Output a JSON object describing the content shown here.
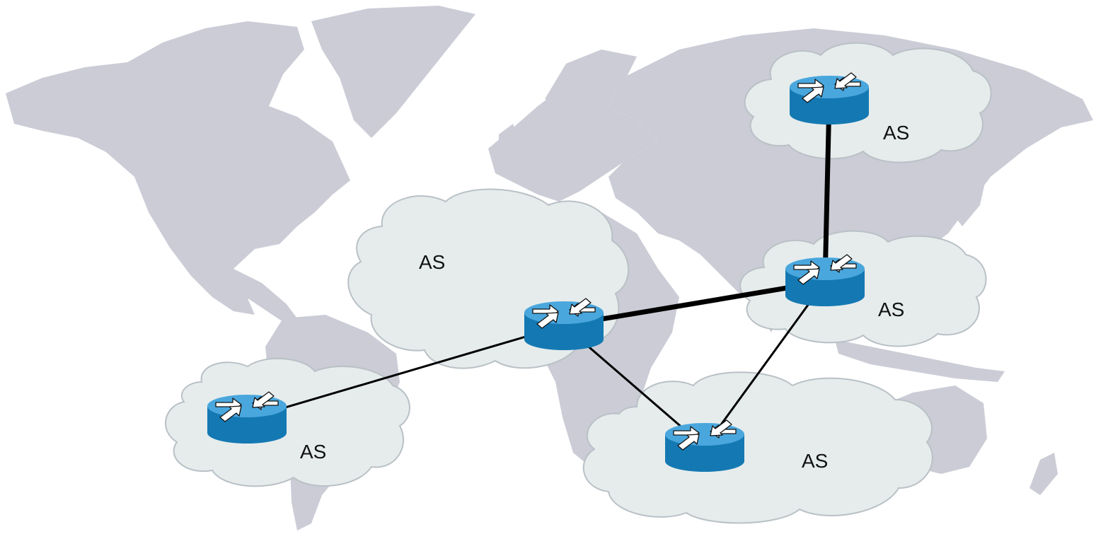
{
  "diagram": {
    "colors": {
      "background": "#ffffff",
      "land": "#cbccd6",
      "cloud_fill": "#e6ecec",
      "cloud_stroke": "#b9c1c6",
      "router_top": "#4aa7dd",
      "router_side": "#1479b3",
      "link": "#000000"
    },
    "autonomous_systems": [
      {
        "id": "as-south-america",
        "label": "AS"
      },
      {
        "id": "as-africa",
        "label": "AS"
      },
      {
        "id": "as-south",
        "label": "AS"
      },
      {
        "id": "as-asia",
        "label": "AS"
      },
      {
        "id": "as-russia",
        "label": "AS"
      }
    ],
    "routers": [
      {
        "id": "router-south-america",
        "icon": "router-icon"
      },
      {
        "id": "router-africa",
        "icon": "router-icon"
      },
      {
        "id": "router-south",
        "icon": "router-icon"
      },
      {
        "id": "router-asia",
        "icon": "router-icon"
      },
      {
        "id": "router-russia",
        "icon": "router-icon"
      }
    ],
    "links": [
      {
        "from": "router-south-america",
        "to": "router-africa",
        "weight": "thin"
      },
      {
        "from": "router-africa",
        "to": "router-south",
        "weight": "thin"
      },
      {
        "from": "router-south",
        "to": "router-asia",
        "weight": "thin"
      },
      {
        "from": "router-africa",
        "to": "router-asia",
        "weight": "thick"
      },
      {
        "from": "router-asia",
        "to": "router-russia",
        "weight": "thick"
      }
    ]
  }
}
